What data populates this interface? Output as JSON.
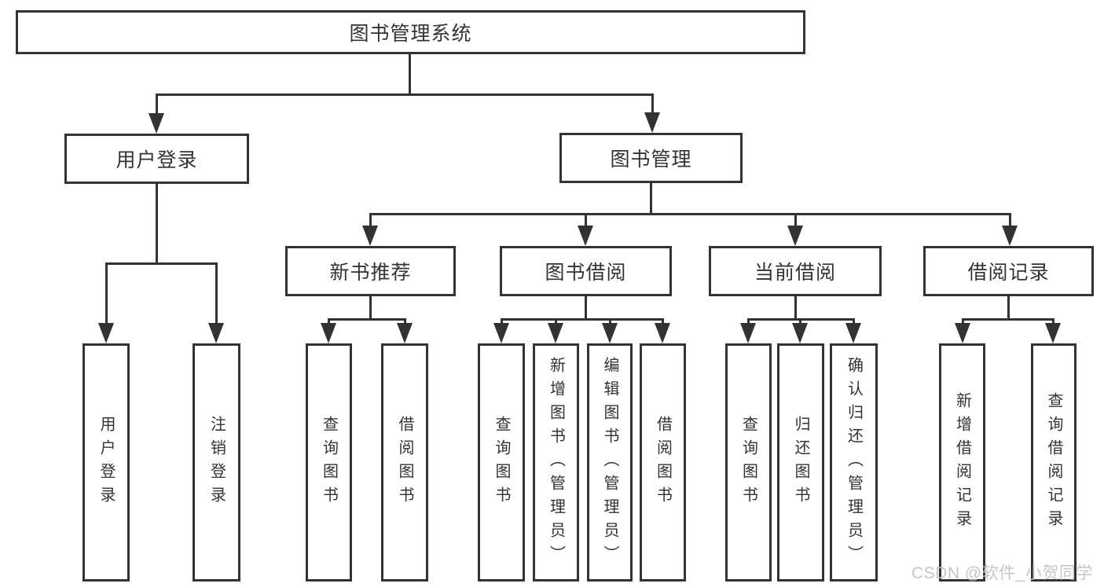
{
  "colors": {
    "line": "#333333",
    "text": "#333333",
    "watermark": "#c2c2c2",
    "background": "#ffffff"
  },
  "watermark": {
    "text": "CSDN @软件_小贺同学"
  },
  "tree": {
    "label": "图书管理系统",
    "children": [
      {
        "label": "用户登录",
        "children": [
          {
            "label": "用户登录"
          },
          {
            "label": "注销登录"
          }
        ]
      },
      {
        "label": "图书管理",
        "children": [
          {
            "label": "新书推荐",
            "children": [
              {
                "label": "查询图书"
              },
              {
                "label": "借阅图书"
              }
            ]
          },
          {
            "label": "图书借阅",
            "children": [
              {
                "label": "查询图书"
              },
              {
                "label": "新增图书（管理员）"
              },
              {
                "label": "编辑图书（管理员）"
              },
              {
                "label": "借阅图书"
              }
            ]
          },
          {
            "label": "当前借阅",
            "children": [
              {
                "label": "查询图书"
              },
              {
                "label": "归还图书"
              },
              {
                "label": "确认归还（管理员）"
              }
            ]
          },
          {
            "label": "借阅记录",
            "children": [
              {
                "label": "新增借阅记录"
              },
              {
                "label": "查询借阅记录"
              }
            ]
          }
        ]
      }
    ]
  }
}
